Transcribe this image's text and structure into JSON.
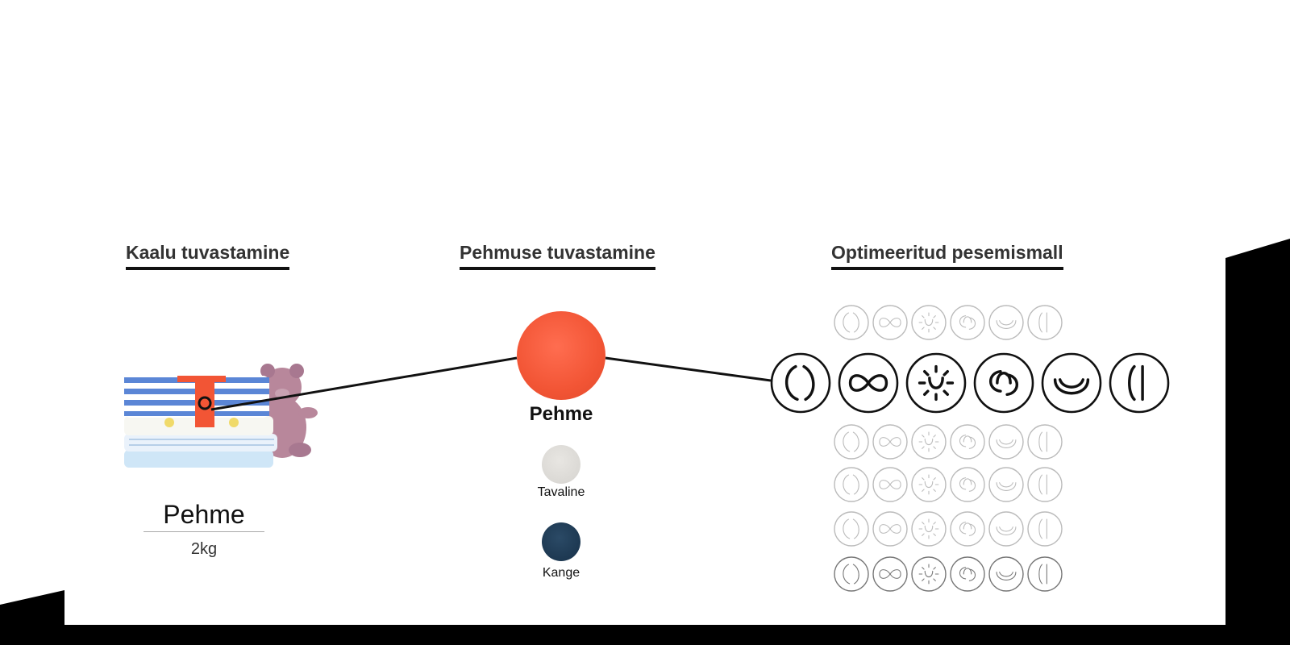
{
  "sections": {
    "weight": {
      "title": "Kaalu tuvastamine",
      "result_main": "Pehme",
      "result_sub": "2kg"
    },
    "softness": {
      "title": "Pehmuse tuvastamine",
      "soft_label": "Pehme",
      "normal_label": "Tavaline",
      "hard_label": "Kange"
    },
    "pattern": {
      "title": "Optimeeritud pesemismall"
    }
  },
  "pattern_icons": [
    "rolling-icon",
    "swing-icon",
    "stepping-icon",
    "scrubbing-icon",
    "filtration-icon",
    "tumble-icon"
  ],
  "colors": {
    "accent_orange": "#f25535",
    "fabric_normal": "#d5d3cf",
    "fabric_hard": "#173149",
    "black": "#000000"
  }
}
